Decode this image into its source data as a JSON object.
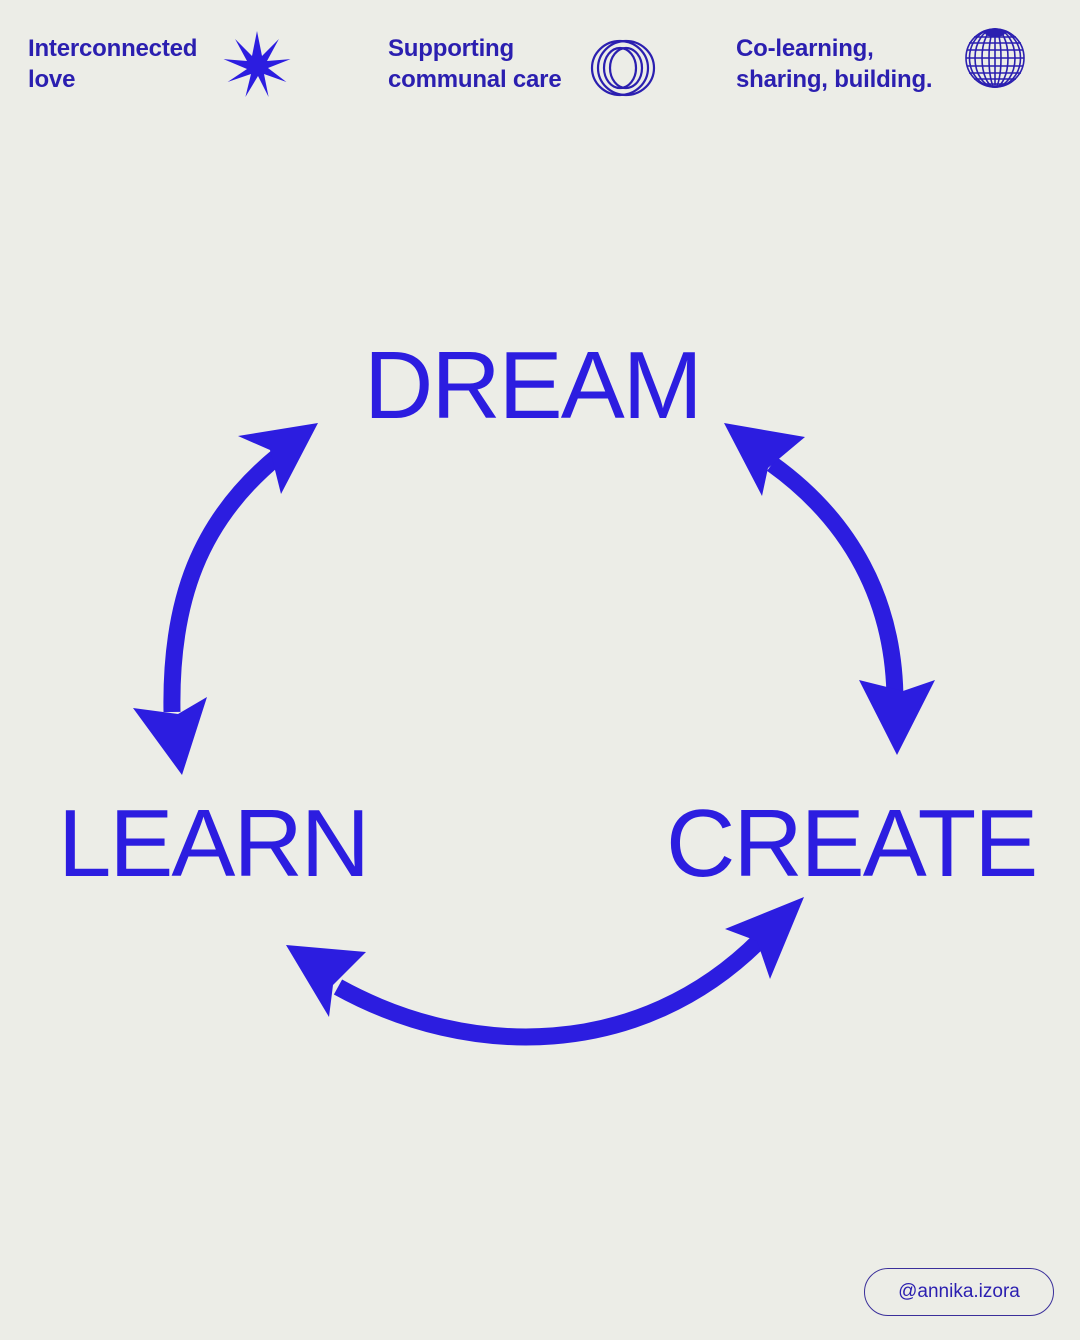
{
  "header": {
    "items": [
      {
        "text": "Interconnected\nlove",
        "icon": "nine-point-star-icon"
      },
      {
        "text": "Supporting\ncommunal care",
        "icon": "interlocked-rings-icon"
      },
      {
        "text": "Co-learning,\nsharing, building.",
        "icon": "wireframe-globe-icon"
      }
    ]
  },
  "cycle": {
    "top": "DREAM",
    "left": "LEARN",
    "right": "CREATE",
    "arrows": [
      "learn-dream-double-arrow",
      "dream-create-double-arrow",
      "learn-create-double-arrow"
    ]
  },
  "footer": {
    "handle": "@annika.izora"
  },
  "colors": {
    "background": "#ecede7",
    "header_text": "#2b1fb0",
    "accent": "#2c1de0"
  }
}
